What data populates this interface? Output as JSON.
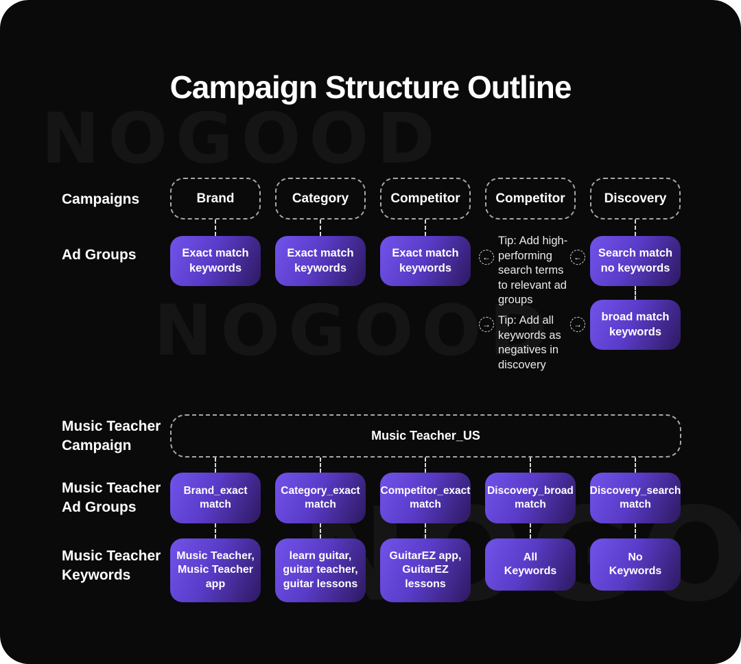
{
  "title": "Campaign Structure Outline",
  "watermark_text": "NOGOOD",
  "theme": {
    "card_background": "#0a0a0a",
    "box_gradient_start": "#7253ea",
    "box_gradient_end": "#2d1961",
    "dashed_outline": "#a9a9a9",
    "watermark_color": "#151515"
  },
  "upper": {
    "campaigns_label": "Campaigns",
    "ad_groups_label": "Ad Groups",
    "campaigns": [
      "Brand",
      "Category",
      "Competitor",
      "Competitor",
      "Discovery"
    ],
    "exact_match_boxes": [
      "Exact match keywords",
      "Exact match keywords",
      "Exact match keywords"
    ],
    "discovery_boxes": [
      "Search match no keywords",
      "broad match keywords"
    ],
    "tips": [
      {
        "icon": "arrow-left-icon",
        "glyph": "←",
        "text": "Tip: Add high-performing search terms to relevant ad groups"
      },
      {
        "icon": "arrow-right-icon",
        "glyph": "→",
        "text": "Tip: Add all keywords as negatives in discovery"
      }
    ]
  },
  "lower": {
    "campaign_label": "Music Teacher Campaign",
    "ad_groups_label": "Music Teacher Ad Groups",
    "keywords_label": "Music Teacher Keywords",
    "campaign_box": "Music Teacher_US",
    "ad_group_boxes": [
      "Brand_exact match",
      "Category_exact match",
      "Competitor_exact match",
      "Discovery_broad match",
      "Discovery_search match"
    ],
    "keyword_boxes": [
      "Music Teacher, Music Teacher app",
      "learn guitar, guitar teacher, guitar lessons",
      "GuitarEZ app, GuitarEZ lessons",
      "All Keywords",
      "No Keywords"
    ]
  }
}
